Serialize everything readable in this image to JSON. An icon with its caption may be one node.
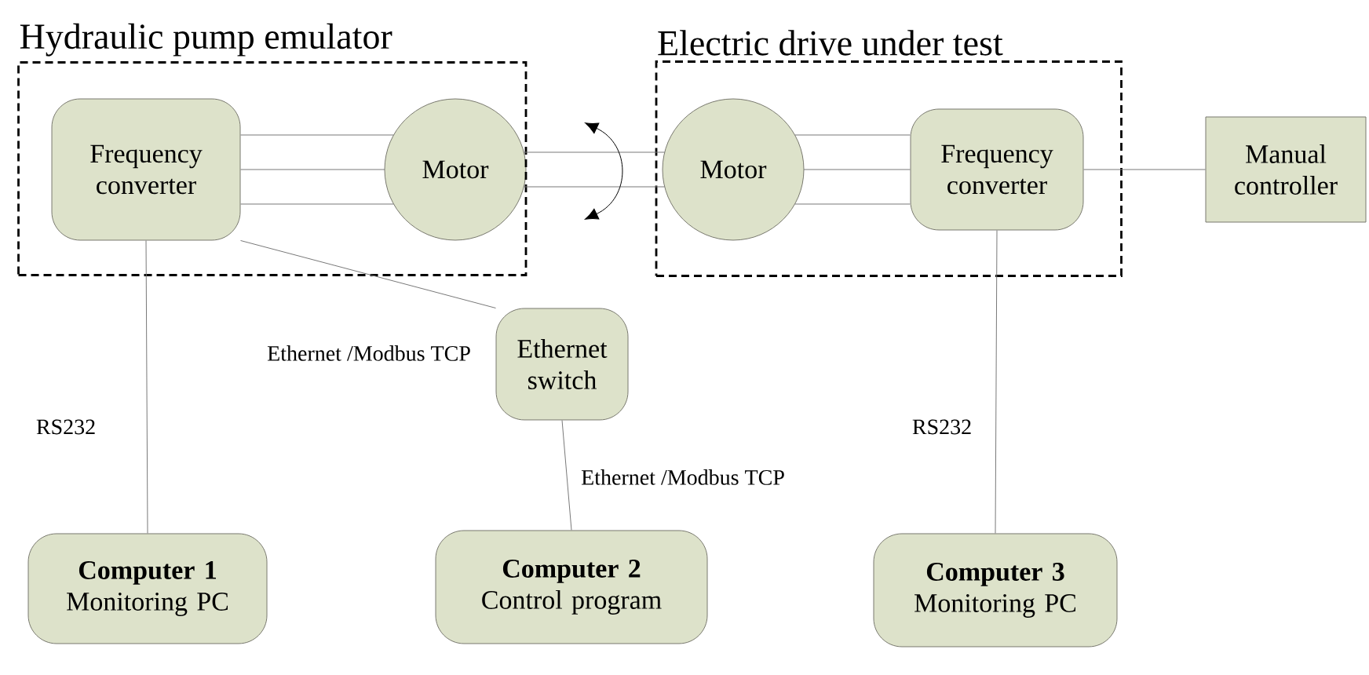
{
  "diagram": {
    "nodes": [
      {
        "text": [
          "Hydraulic pump emulator"
        ]
      },
      {
        "text": [
          "Frequency converter"
        ],
        "in": 0
      },
      {
        "text": [
          "Motor"
        ],
        "in": 0
      },
      {
        "text": [
          "Electric drive under test"
        ]
      },
      {
        "text": [
          "Motor"
        ],
        "in": 3
      },
      {
        "text": [
          "Frequency converter"
        ],
        "in": 3
      },
      {
        "text": [
          "Manual controller"
        ]
      },
      {
        "text": [
          "Ethernet switch"
        ]
      },
      {
        "text": [
          "Computer 1",
          "Monitoring PC"
        ]
      },
      {
        "text": [
          "Computer 2",
          "Control program"
        ]
      },
      {
        "text": [
          "Computer 3",
          "Monitoring PC"
        ]
      }
    ],
    "edges": [
      {
        "from": 1,
        "to": 2,
        "arrow": "none"
      },
      {
        "from": 1,
        "to": 2,
        "arrow": "none"
      },
      {
        "from": 1,
        "to": 2,
        "arrow": "none"
      },
      {
        "from": 2,
        "to": 4,
        "arrow": "none"
      },
      {
        "from": 2,
        "to": 4,
        "arrow": "none"
      },
      {
        "from": 4,
        "to": 5,
        "arrow": "none"
      },
      {
        "from": 4,
        "to": 5,
        "arrow": "none"
      },
      {
        "from": 4,
        "to": 5,
        "arrow": "none"
      },
      {
        "from": 5,
        "to": 6,
        "arrow": "none"
      },
      {
        "from": 1,
        "to": 8,
        "arrow": "none",
        "label": "RS232"
      },
      {
        "from": 1,
        "to": 7,
        "arrow": "none",
        "label": "Ethernet /Modbus TCP"
      },
      {
        "from": 7,
        "to": 9,
        "arrow": "none",
        "label": "Ethernet /Modbus TCP"
      },
      {
        "from": 5,
        "to": 10,
        "arrow": "none",
        "label": "RS232"
      }
    ]
  }
}
